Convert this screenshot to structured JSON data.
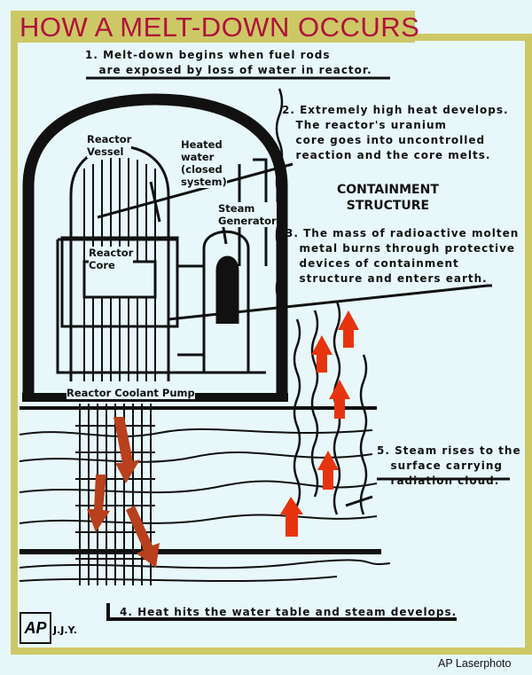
{
  "title": "HOW A MELT-DOWN OCCURS",
  "steps": {
    "step1": "1. Melt-down begins when fuel rods\n   are exposed by loss of water in reactor.",
    "step2": "2. Extremely high heat develops.\n   The reactor's uranium\n   core goes into uncontrolled\n   reaction and the core melts.",
    "step3": "3. The mass of radioactive molten\n   metal burns through protective\n   devices of containment\n   structure and enters earth.",
    "step4": "4. Heat hits the water table and steam develops.",
    "step5": "5. Steam rises to the\n   surface carrying\n   radiation cloud."
  },
  "labels": {
    "containment": "CONTAINMENT\nSTRUCTURE",
    "reactor_vessel": "Reactor\nVessel",
    "heated_water": "Heated\nwater\n(closed\nsystem)",
    "steam_generator": "Steam\nGenerator",
    "reactor_core": "Reactor\nCore",
    "coolant_pump": "Reactor Coolant Pump"
  },
  "logo": "AP",
  "artist_initials": "J.J.Y.",
  "credit": "AP Laserphoto",
  "colors": {
    "title": "#b0123c",
    "frame": "#cdc866",
    "arrow_ground": "#b8401c",
    "arrow_steam": "#e8340e"
  }
}
